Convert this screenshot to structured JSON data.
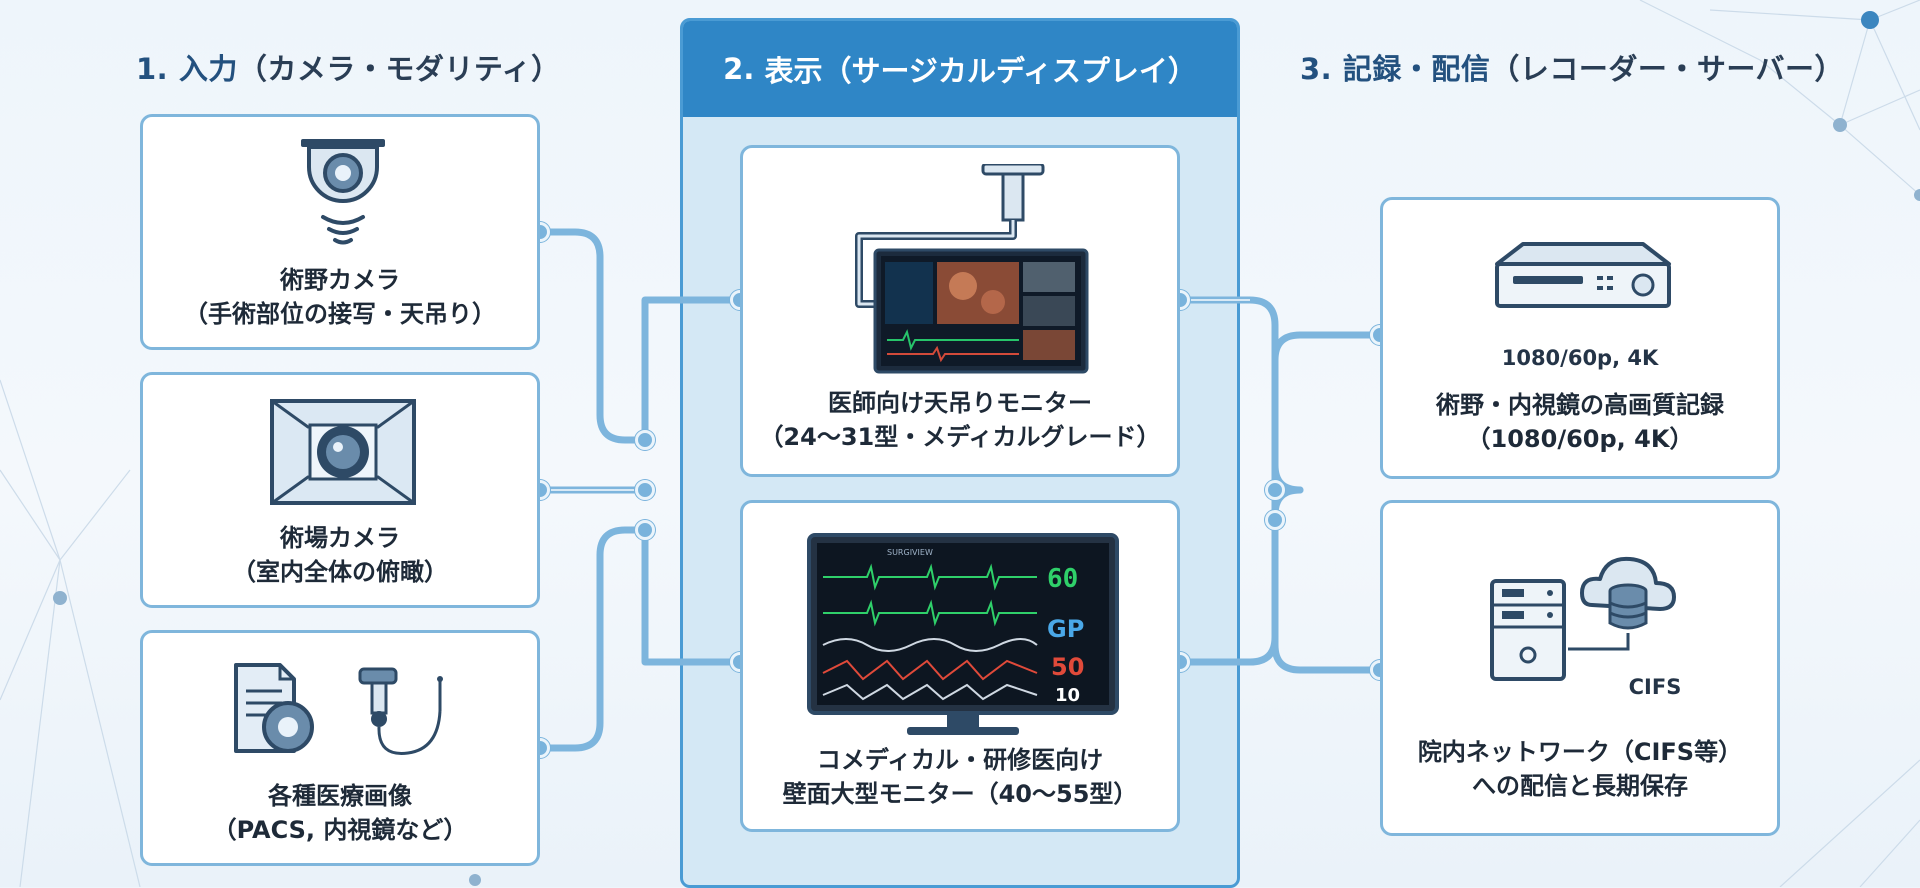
{
  "columns": {
    "input": {
      "number": "1.",
      "title": "入力",
      "subtitle": "（カメラ・モダリティ）"
    },
    "display": {
      "number": "2.",
      "title": "表示",
      "subtitle": "（サージカルディスプレイ）"
    },
    "record": {
      "number": "3.",
      "title": "記録・配信",
      "subtitle": "（レコーダー・サーバー）"
    }
  },
  "input_cards": [
    {
      "line1": "術野カメラ",
      "line2": "（手術部位の接写・天吊り）",
      "icon": "dome-camera-icon"
    },
    {
      "line1": "術場カメラ",
      "line2": "（室内全体の俯瞰）",
      "icon": "room-camera-icon"
    },
    {
      "line1": "各種医療画像",
      "line2": "（PACS, 内視鏡など）",
      "icon": "medical-image-icon"
    }
  ],
  "display_cards": [
    {
      "line1": "医師向け天吊りモニター",
      "line2": "（24〜31型・メディカルグレード）",
      "icon": "ceiling-monitor-icon"
    },
    {
      "line1": "コメディカル・研修医向け",
      "line2": "壁面大型モニター（40〜55型）",
      "icon": "vital-monitor-icon",
      "screen": {
        "brand": "SURGIVIEW",
        "hr": "60",
        "spo2": "GP",
        "resp": "50",
        "temp": "10"
      }
    }
  ],
  "record_cards": [
    {
      "line1": "術野・内視鏡の高画質記録",
      "line2": "（1080/60p, 4K）",
      "icon": "recorder-icon",
      "device_label": "1080/60p, 4K"
    },
    {
      "line1": "院内ネットワーク（CIFS等）",
      "line2": "への配信と長期保存",
      "icon": "server-cloud-icon",
      "device_label": "CIFS"
    }
  ],
  "colors": {
    "accent": "#2f86c6",
    "wire": "#7db5dd",
    "card_border": "#7fb6dc",
    "panel": "#d4e8f5"
  }
}
